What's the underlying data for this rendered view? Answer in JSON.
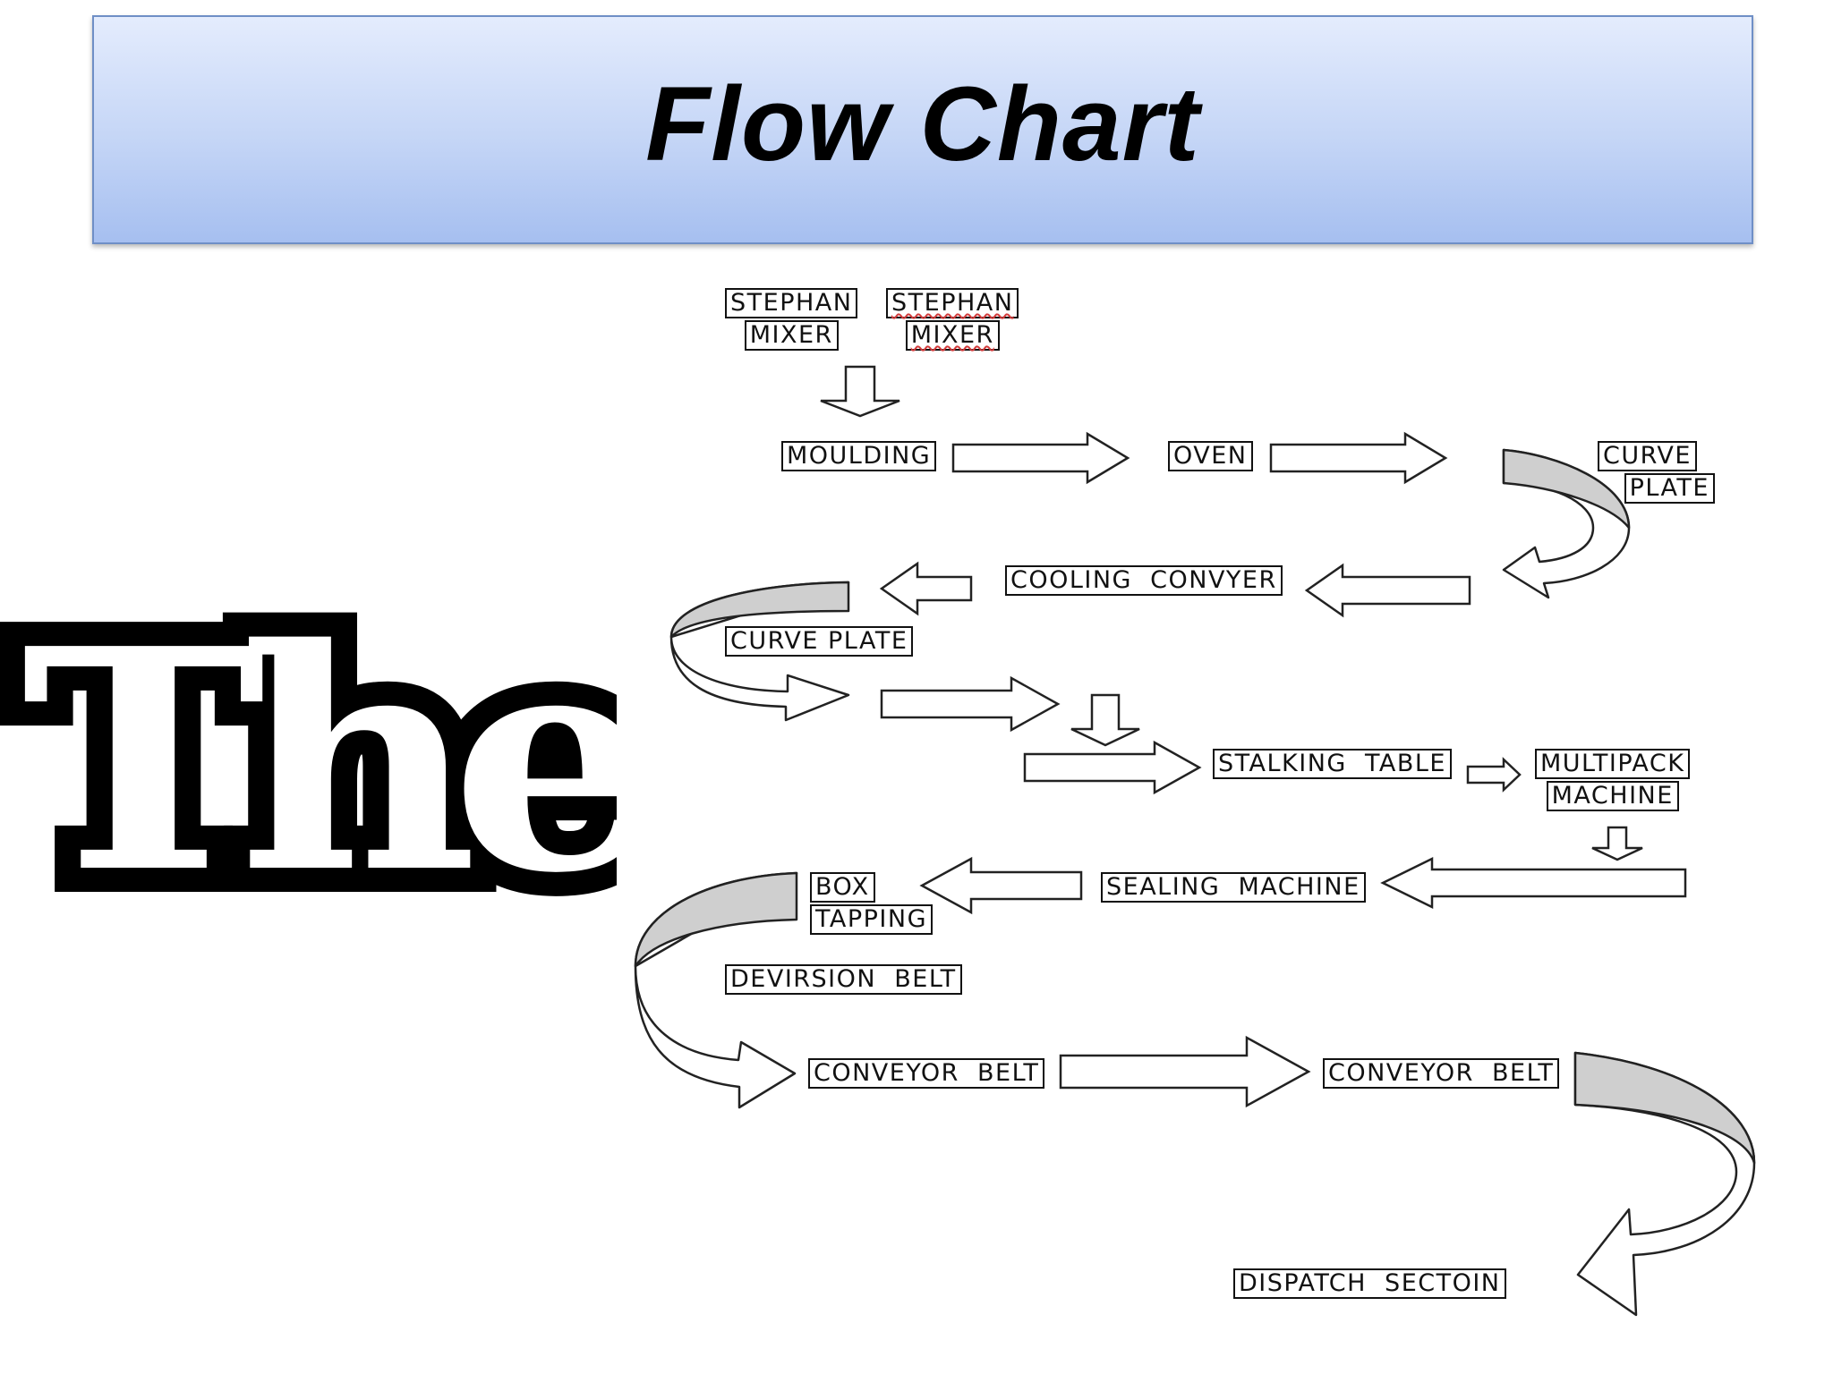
{
  "header": {
    "title": "Flow Chart"
  },
  "logo": {
    "text": "The"
  },
  "labels": {
    "stephan_mixer_1": [
      "STEPHAN",
      "MIXER"
    ],
    "stephan_mixer_2": [
      "STEPHAN",
      "MIXER"
    ],
    "moulding": "MOULDING",
    "oven": "OVEN",
    "curve_plate_1": [
      "CURVE",
      "PLATE"
    ],
    "cooling_conveyor": "COOLING  CONVYER",
    "curve_plate_2": "CURVE PLATE",
    "stalking_table": "STALKING  TABLE",
    "multipack_machine": [
      "MULTIPACK",
      "MACHINE"
    ],
    "sealing_machine": "SEALING  MACHINE",
    "box_tapping": [
      "BOX",
      "TAPPING"
    ],
    "deviation_belt": "DEVIRSION  BELT",
    "conveyor_belt_1": "CONVEYOR  BELT",
    "conveyor_belt_2": "CONVEYOR  BELT",
    "dispatch_section": "DISPATCH  SECTOIN"
  },
  "colors": {
    "banner_top": "#e4ecfd",
    "banner_bottom": "#a6bff0",
    "curve_fill": "#cfcfcf",
    "stroke": "#222222"
  }
}
